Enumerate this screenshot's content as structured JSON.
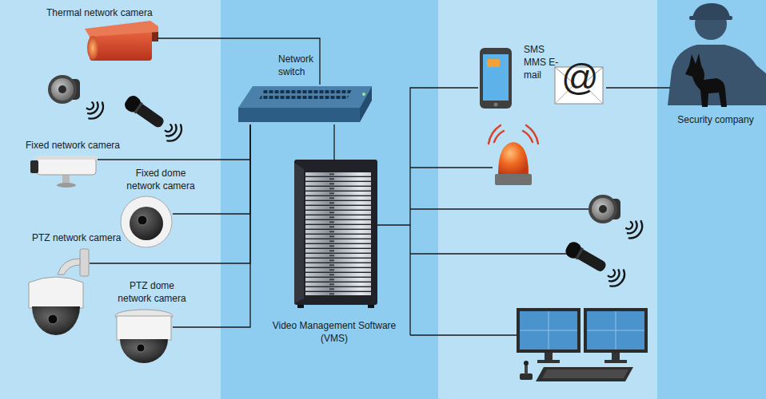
{
  "diagram": {
    "nodes": [
      {
        "text": [
          "Thermal network camera"
        ]
      },
      {
        "text": [
          "Fixed network camera"
        ]
      },
      {
        "text": [
          "Fixed dome network camera"
        ]
      },
      {
        "text": [
          "PTZ network camera"
        ]
      },
      {
        "text": [
          "PTZ dome network camera"
        ]
      },
      {
        "text": [
          "Network switch"
        ]
      },
      {
        "text": [
          "Video Management Software (VMS)"
        ]
      },
      {
        "text": [
          "SMS MMS E-mail"
        ]
      },
      {
        "text": [
          "Security company"
        ]
      }
    ],
    "edges": [
      {
        "from": 0,
        "to": 5,
        "arrow": "none"
      },
      {
        "from": 1,
        "to": 5,
        "arrow": "none"
      },
      {
        "from": 2,
        "to": 5,
        "arrow": "none"
      },
      {
        "from": 3,
        "to": 5,
        "arrow": "none"
      },
      {
        "from": 4,
        "to": 5,
        "arrow": "none"
      },
      {
        "from": 5,
        "to": 6,
        "arrow": "none"
      },
      {
        "from": 6,
        "to": 7,
        "arrow": "none"
      },
      {
        "from": 7,
        "to": 8,
        "arrow": "none"
      }
    ],
    "labels": [
      "@"
    ]
  }
}
